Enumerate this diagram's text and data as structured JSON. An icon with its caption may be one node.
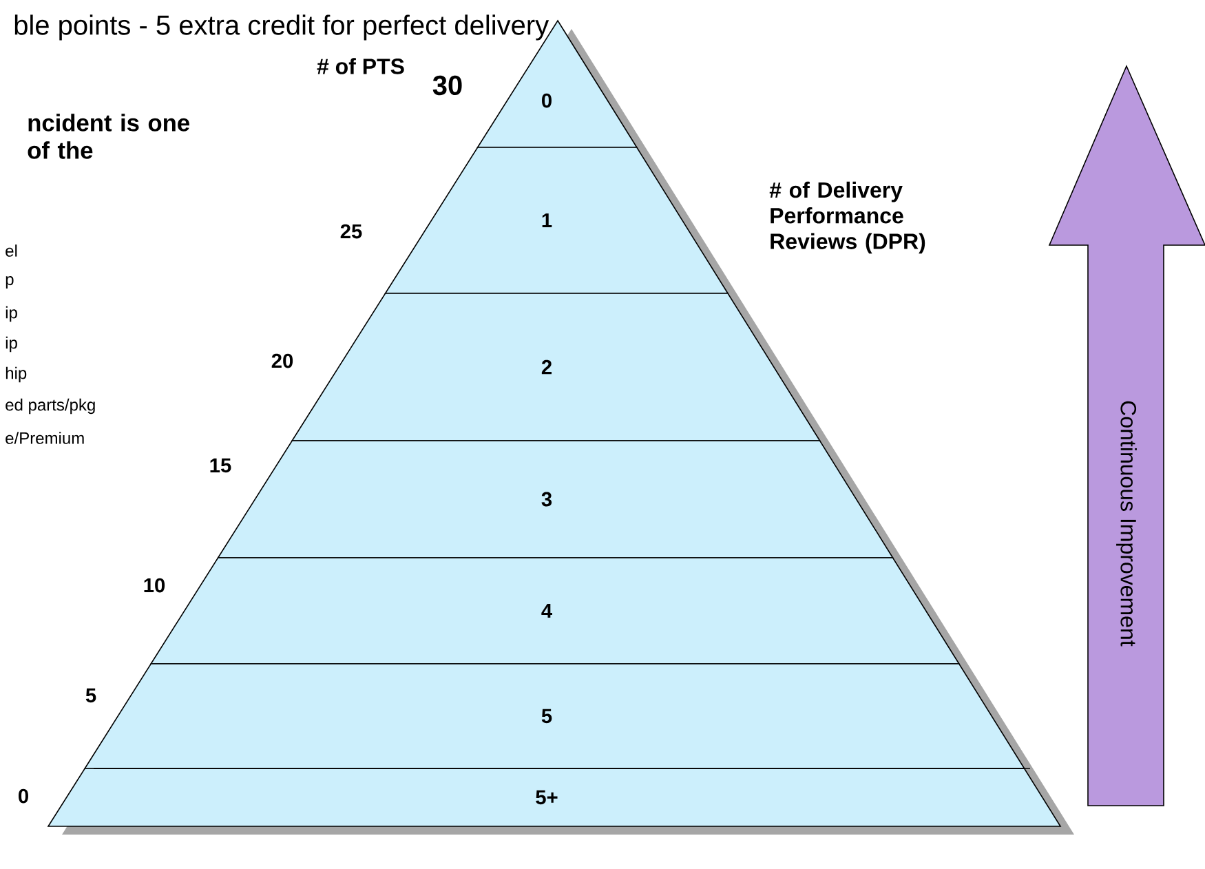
{
  "diagram": {
    "nodes": [
      {
        "text": [
          "0"
        ]
      },
      {
        "text": [
          "1"
        ]
      },
      {
        "text": [
          "2"
        ]
      },
      {
        "text": [
          "3"
        ]
      },
      {
        "text": [
          "4"
        ]
      },
      {
        "text": [
          "5"
        ]
      },
      {
        "text": [
          "5+"
        ]
      },
      {
        "text": [
          "Continuous Improvement"
        ]
      }
    ],
    "labels": [
      "ble points - 5 extra credit for perfect delivery",
      "# of PTS",
      "ncident is one of the",
      "el",
      "p",
      "ip",
      "ip",
      "hip",
      "ed parts/pkg",
      "e/Premium",
      "30",
      "25",
      "20",
      "15",
      "10",
      "5",
      "0",
      "# of Delivery Performance Reviews (DPR)"
    ]
  }
}
